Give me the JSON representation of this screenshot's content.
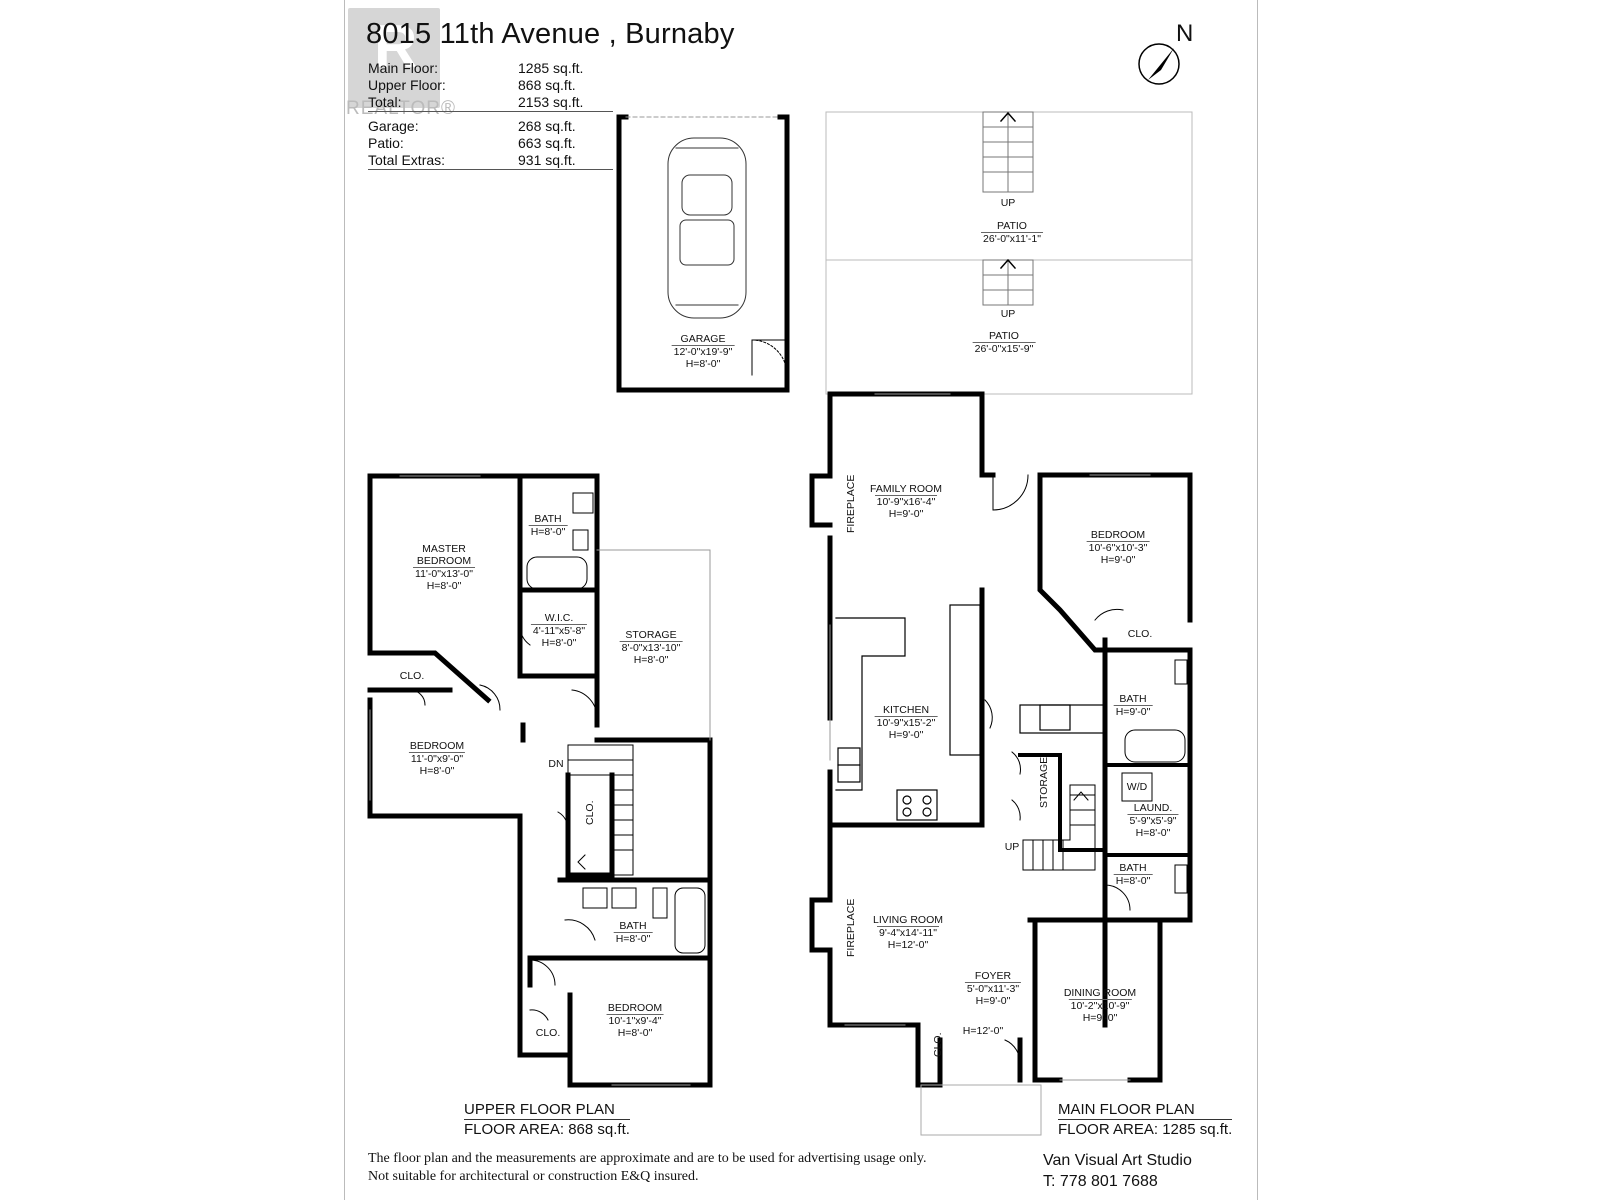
{
  "header": {
    "address": "8015 11th Avenue , Burnaby",
    "north": "N",
    "logo_text": "REALTOR®"
  },
  "stats": [
    {
      "label": "Main Floor:",
      "value": "1285 sq.ft."
    },
    {
      "label": "Upper Floor:",
      "value": "868 sq.ft."
    },
    {
      "label": "Total:",
      "value": "2153 sq.ft."
    },
    {
      "label": "Garage:",
      "value": "268 sq.ft."
    },
    {
      "label": "Patio:",
      "value": "663 sq.ft."
    },
    {
      "label": "Total Extras:",
      "value": "931 sq.ft."
    }
  ],
  "rooms": {
    "garage": {
      "name": "GARAGE",
      "dim": "12'-0\"x19'-9\"",
      "h": "H=8'-0\""
    },
    "patio1": {
      "name": "PATIO",
      "dim": "26'-0\"x11'-1\""
    },
    "patio2": {
      "name": "PATIO",
      "dim": "26'-0\"x15'-9\""
    },
    "family": {
      "name": "FAMILY ROOM",
      "dim": "10'-9\"x16'-4\"",
      "h": "H=9'-0\""
    },
    "kitchen": {
      "name": "KITCHEN",
      "dim": "10'-9\"x15'-2\"",
      "h": "H=9'-0\""
    },
    "bedroom_main": {
      "name": "BEDROOM",
      "dim": "10'-6\"x10'-3\"",
      "h": "H=9'-0\""
    },
    "bath_main1": {
      "name": "BATH",
      "h": "H=9'-0\""
    },
    "laund": {
      "name": "LAUND.",
      "dim": "5'-9\"x5'-9\"",
      "h": "H=8'-0\""
    },
    "bath_main2": {
      "name": "BATH",
      "h": "H=8'-0\""
    },
    "living": {
      "name": "LIVING ROOM",
      "dim": "9'-4\"x14'-11\"",
      "h": "H=12'-0\""
    },
    "foyer": {
      "name": "FOYER",
      "dim": "5'-0\"x11'-3\"",
      "h": "H=9'-0\""
    },
    "dining": {
      "name": "DINING ROOM",
      "dim": "10'-2\"x10'-9\"",
      "h": "H=9'-0\""
    },
    "master": {
      "name": "MASTER",
      "name2": "BEDROOM",
      "dim": "11'-0\"x13'-0\"",
      "h": "H=8'-0\""
    },
    "bath_up1": {
      "name": "BATH",
      "h": "H=8'-0\""
    },
    "wic": {
      "name": "W.I.C.",
      "dim": "4'-11\"x5'-8\"",
      "h": "H=8'-0\""
    },
    "storage_up": {
      "name": "STORAGE",
      "dim": "8'-0\"x13'-10\"",
      "h": "H=8'-0\""
    },
    "bedroom_up1": {
      "name": "BEDROOM",
      "dim": "11'-0\"x9'-0\"",
      "h": "H=8'-0\""
    },
    "bath_up2": {
      "name": "BATH",
      "h": "H=8'-0\""
    },
    "bedroom_up2": {
      "name": "BEDROOM",
      "dim": "10'-1\"x9'-4\"",
      "h": "H=8'-0\""
    }
  },
  "small_labels": {
    "up1": "UP",
    "up2": "UP",
    "up3": "UP",
    "dn": "DN",
    "clo_main": "CLO.",
    "clo_master": "CLO.",
    "clo_bed2": "CLO.",
    "clo_stair": "CLO.",
    "clo_foyer": "CLO.",
    "storage_main": "STORAGE",
    "wd": "W/D",
    "foyer_h": "H=12'-0\"",
    "fireplace1": "FIREPLACE",
    "fireplace2": "FIREPLACE"
  },
  "plans": {
    "upper": {
      "title": "UPPER FLOOR PLAN",
      "area": "FLOOR AREA: 868 sq.ft."
    },
    "main": {
      "title": "MAIN FLOOR PLAN",
      "area": "FLOOR AREA: 1285 sq.ft."
    }
  },
  "footer": {
    "disclaimer1": "The floor plan and the measurements are approximate and are to be used for advertising usage only.",
    "disclaimer2": "Not suitable for architectural or construction E&Q insured.",
    "studio": "Van Visual Art Studio",
    "phone": "T: 778 801 7688"
  }
}
